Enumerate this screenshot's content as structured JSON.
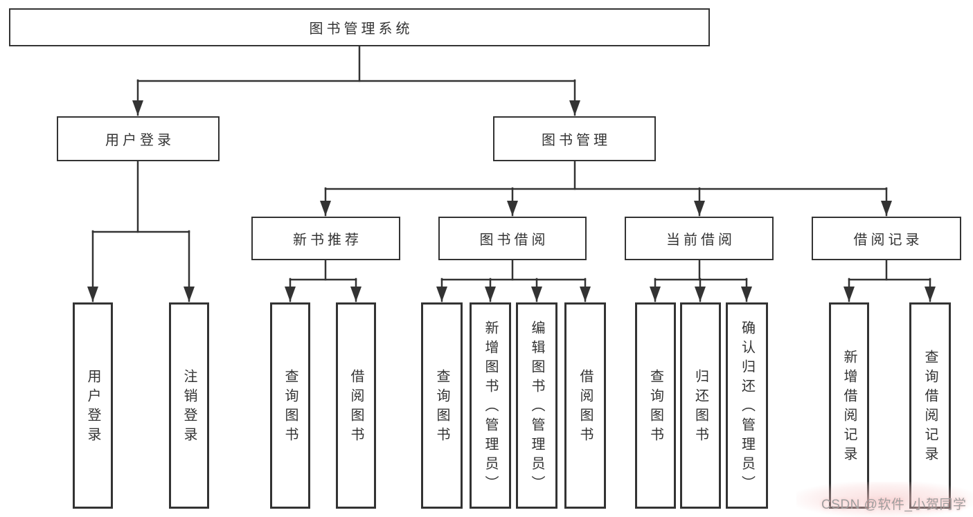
{
  "tree": {
    "root": {
      "label": "图书管理系统"
    },
    "branches": [
      {
        "label": "用户登录",
        "children": [
          {
            "label": "用户登录"
          },
          {
            "label": "注销登录"
          }
        ]
      },
      {
        "label": "图书管理",
        "groups": [
          {
            "label": "新书推荐",
            "children": [
              {
                "label": "查询图书"
              },
              {
                "label": "借阅图书"
              }
            ]
          },
          {
            "label": "图书借阅",
            "children": [
              {
                "label": "查询图书"
              },
              {
                "label": "新增图书（管理员）"
              },
              {
                "label": "编辑图书（管理员）"
              },
              {
                "label": "借阅图书"
              }
            ]
          },
          {
            "label": "当前借阅",
            "children": [
              {
                "label": "查询图书"
              },
              {
                "label": "归还图书"
              },
              {
                "label": "确认归还（管理员）"
              }
            ]
          },
          {
            "label": "借阅记录",
            "children": [
              {
                "label": "新增借阅记录"
              },
              {
                "label": "查询借阅记录"
              }
            ]
          }
        ]
      }
    ]
  },
  "watermark": {
    "text": "CSDN @软件_小贺同学"
  },
  "colors": {
    "line": "#333333",
    "text": "#333333",
    "background": "#ffffff",
    "watermark_text": "#9e9e9e",
    "watermark_glow": "#f6c8c8"
  }
}
